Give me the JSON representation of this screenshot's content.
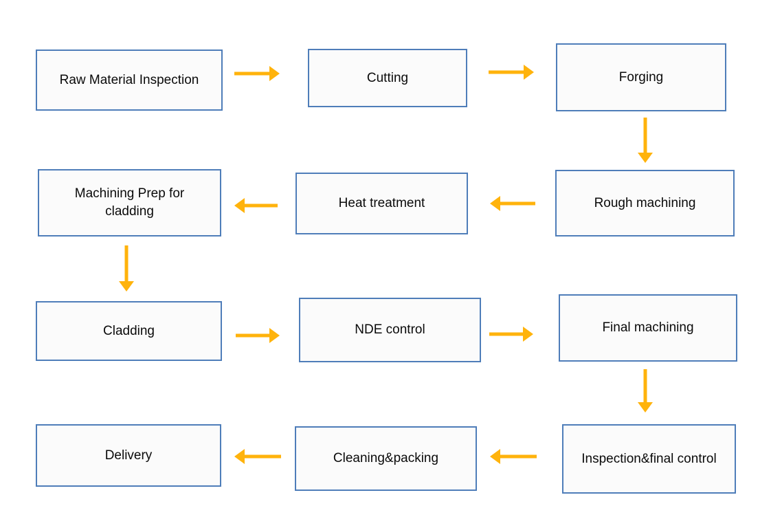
{
  "diagram": {
    "type": "flowchart",
    "nodes": [
      {
        "id": "raw-material-inspection",
        "label": "Raw Material Inspection"
      },
      {
        "id": "cutting",
        "label": "Cutting"
      },
      {
        "id": "forging",
        "label": "Forging"
      },
      {
        "id": "rough-machining",
        "label": "Rough machining"
      },
      {
        "id": "heat-treatment",
        "label": "Heat treatment"
      },
      {
        "id": "machining-prep-for-cladding",
        "label": "Machining Prep for cladding"
      },
      {
        "id": "cladding",
        "label": "Cladding"
      },
      {
        "id": "nde-control",
        "label": "NDE control"
      },
      {
        "id": "final-machining",
        "label": "Final machining"
      },
      {
        "id": "inspection-final-control",
        "label": "Inspection&final control"
      },
      {
        "id": "cleaning-packing",
        "label": "Cleaning&packing"
      },
      {
        "id": "delivery",
        "label": "Delivery"
      }
    ],
    "edges": [
      {
        "from": "raw-material-inspection",
        "to": "cutting",
        "direction": "right"
      },
      {
        "from": "cutting",
        "to": "forging",
        "direction": "right"
      },
      {
        "from": "forging",
        "to": "rough-machining",
        "direction": "down"
      },
      {
        "from": "rough-machining",
        "to": "heat-treatment",
        "direction": "left"
      },
      {
        "from": "heat-treatment",
        "to": "machining-prep-for-cladding",
        "direction": "left"
      },
      {
        "from": "machining-prep-for-cladding",
        "to": "cladding",
        "direction": "down"
      },
      {
        "from": "cladding",
        "to": "nde-control",
        "direction": "right"
      },
      {
        "from": "nde-control",
        "to": "final-machining",
        "direction": "right"
      },
      {
        "from": "final-machining",
        "to": "inspection-final-control",
        "direction": "down"
      },
      {
        "from": "inspection-final-control",
        "to": "cleaning-packing",
        "direction": "left"
      },
      {
        "from": "cleaning-packing",
        "to": "delivery",
        "direction": "left"
      }
    ]
  },
  "colors": {
    "box_border": "#4E7DB9",
    "box_fill": "#FBFBFB",
    "arrow": "#FFB30C",
    "text": "#0A0A0A",
    "background": "#FFFFFF"
  }
}
